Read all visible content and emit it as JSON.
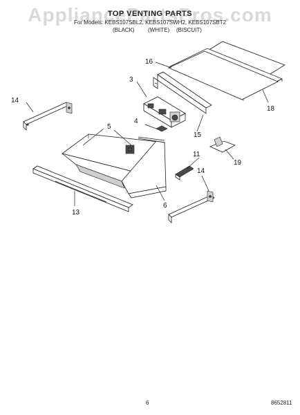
{
  "watermark": "AppliancePartsPros.com",
  "header": {
    "title": "TOP VENTING PARTS",
    "models": "For Models: KEBS107SBL2, KEBS107SWH2, KEBS107SBT2",
    "colors": [
      "(BLACK)",
      "(WHITE)",
      "(BISCUIT)"
    ]
  },
  "callouts": {
    "p3": "3",
    "p4": "4",
    "p5": "5",
    "p6": "6",
    "p11": "11",
    "p13": "13",
    "p14a": "14",
    "p14b": "14",
    "p15": "15",
    "p16": "16",
    "p18": "18",
    "p19": "19"
  },
  "footer": {
    "page_number": "6",
    "doc_code": "8652811"
  }
}
